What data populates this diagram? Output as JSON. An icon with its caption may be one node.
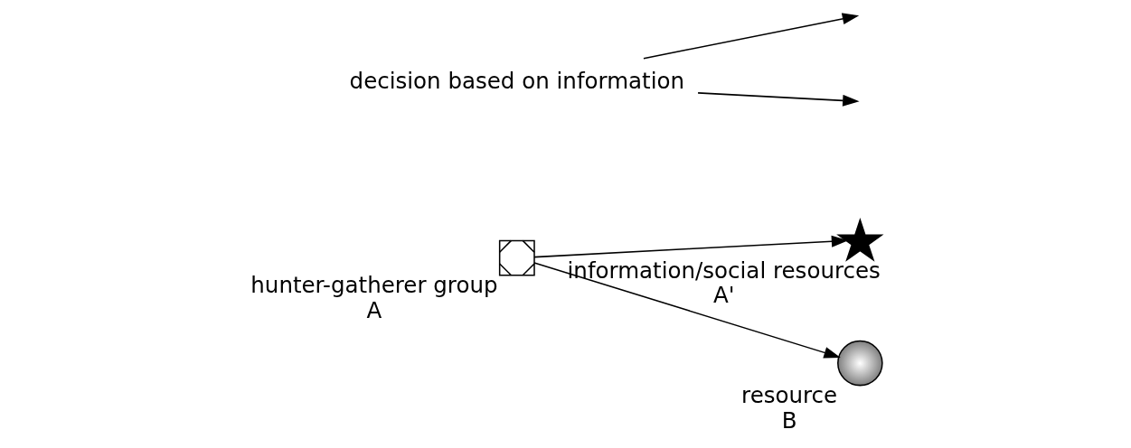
{
  "diagram": {
    "nodes": [
      {
        "text": [],
        "shape": "cross",
        "beside": [
          "hunter-gatherer group",
          "A"
        ]
      },
      {
        "text": [],
        "shape": "asterisk",
        "beside": [
          "information/social resources",
          "A'"
        ]
      },
      {
        "text": [
          "decision based on information"
        ]
      },
      {
        "text": [],
        "shape": "sphere",
        "beside": [
          "resource",
          "B"
        ]
      }
    ],
    "edges": [
      {
        "from": 0,
        "to": 1,
        "arrow": "to"
      },
      {
        "from": 2,
        "to": null,
        "arrow": "to"
      },
      {
        "from": 2,
        "to": null,
        "arrow": "to"
      },
      {
        "from": 0,
        "to": 3,
        "arrow": "to"
      }
    ]
  }
}
